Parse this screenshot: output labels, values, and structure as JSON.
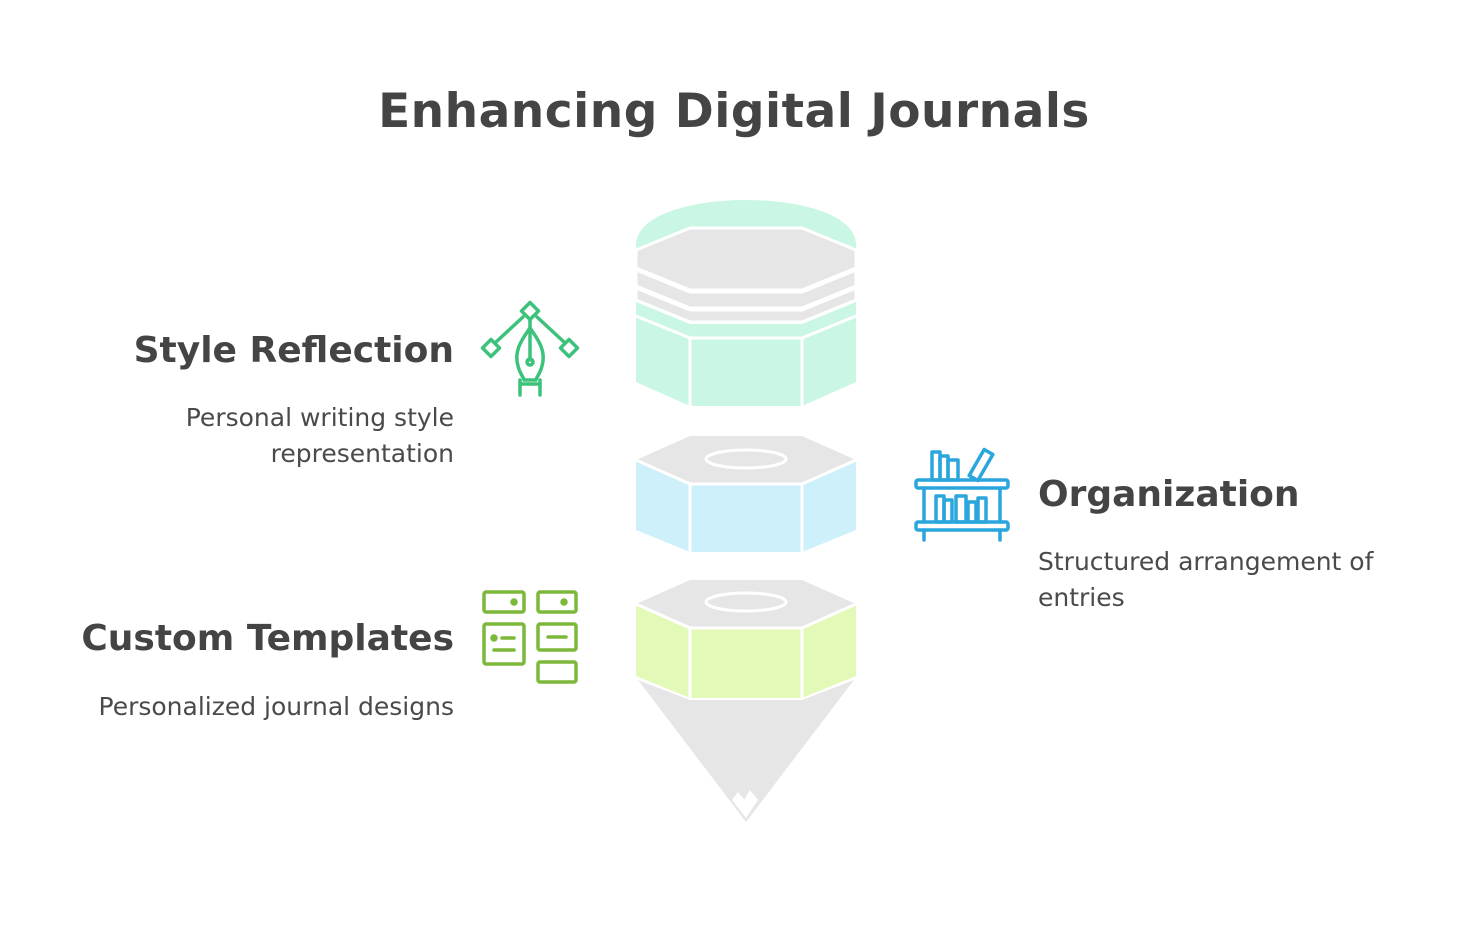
{
  "title": "Enhancing Digital Journals",
  "items": [
    {
      "heading": "Style Reflection",
      "description": "Personal writing style representation",
      "icon": "pen-tool-icon",
      "color": "#3cc27a",
      "segment_color": "#c9f7e3"
    },
    {
      "heading": "Organization",
      "description": "Structured arrangement of entries",
      "icon": "bookshelf-icon",
      "color": "#2aa6dd",
      "segment_color": "#cdf0fb"
    },
    {
      "heading": "Custom Templates",
      "description": "Personalized journal designs",
      "icon": "template-grid-icon",
      "color": "#7cb83a",
      "segment_color": "#e3f9b8"
    }
  ],
  "colors": {
    "pencil_gray": "#e6e6e6",
    "text": "#444444"
  }
}
